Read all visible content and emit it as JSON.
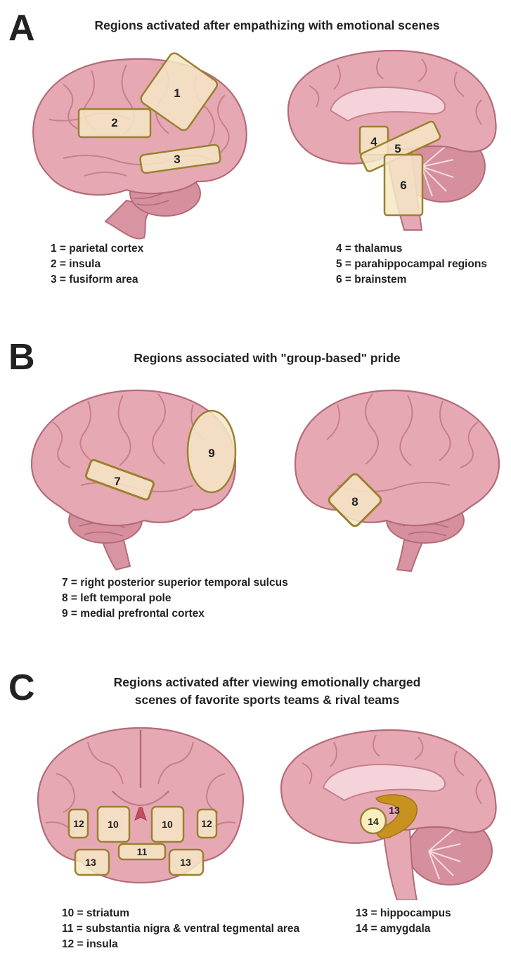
{
  "panels": [
    {
      "letter": "A",
      "title": "Regions activated after empathizing with emotional scenes",
      "left_legend": [
        "1 = parietal  cortex",
        "2 = insula",
        "3 = fusiform area"
      ],
      "right_legend": [
        "4 = thalamus",
        "5 = parahippocampal regions",
        "6 = brainstem"
      ]
    },
    {
      "letter": "B",
      "title": "Regions associated with \"group-based\" pride",
      "legend": [
        "7 = right posterior superior temporal sulcus",
        "8 = left temporal pole",
        "9 = medial prefrontal cortex"
      ]
    },
    {
      "letter": "C",
      "title_line1": "Regions activated after viewing emotionally charged",
      "title_line2": "scenes of favorite sports teams & rival teams",
      "left_legend": [
        "10 = striatum",
        "11 = substantia nigra & ventral tegmental area",
        "12 = insula"
      ],
      "right_legend": [
        "13 = hippocampus",
        "14 = amygdala"
      ]
    }
  ],
  "region_labels": [
    "1",
    "2",
    "3",
    "4",
    "5",
    "6",
    "7",
    "8",
    "9",
    "10",
    "10",
    "11",
    "12",
    "12",
    "13",
    "13",
    "13",
    "14"
  ],
  "colors": {
    "brain_fill": "#e6a9b4",
    "brain_dark": "#c77f8c",
    "brain_outline": "#b46b79",
    "region_fill": "#f6e7c6",
    "region_stroke": "#9b8030",
    "hippocampus": "#c8921f",
    "text": "#222222"
  }
}
